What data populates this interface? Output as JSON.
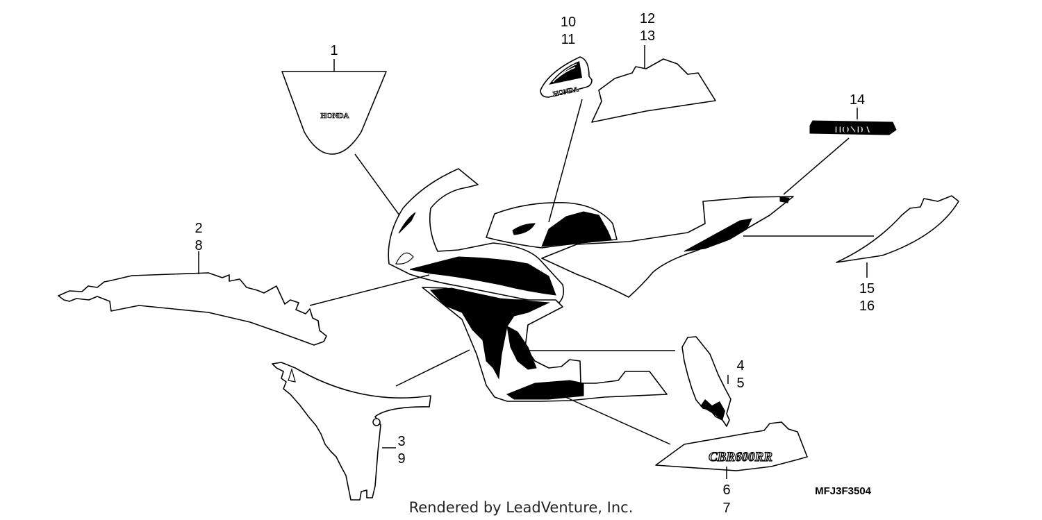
{
  "diagram": {
    "callouts": {
      "c1": "1",
      "c2": "2",
      "c8": "8",
      "c3": "3",
      "c9": "9",
      "c4": "4",
      "c5": "5",
      "c6": "6",
      "c7": "7",
      "c10": "10",
      "c11": "11",
      "c12": "12",
      "c13": "13",
      "c14": "14",
      "c15": "15",
      "c16": "16"
    },
    "logo_text": {
      "windscreen": "HONDA",
      "wing_badge": "HONDA",
      "tail_badge": "HONDA",
      "side_stripe": "CBR600RR"
    },
    "diagram_code": "MFJ3F3504",
    "credit": "Rendered by LeadVenture, Inc."
  }
}
